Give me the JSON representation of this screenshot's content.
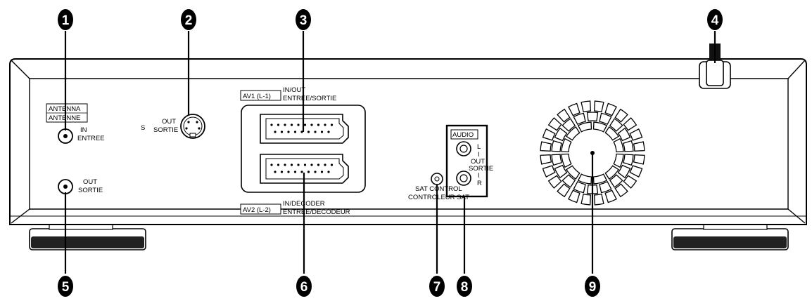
{
  "callouts": [
    "1",
    "2",
    "3",
    "4",
    "5",
    "6",
    "7",
    "8",
    "9"
  ],
  "labels": {
    "antenna_line1": "ANTENNA",
    "antenna_line2": "ANTENNE",
    "antenna_in_1": "IN",
    "antenna_in_2": "ENTREE",
    "antenna_out_1": "OUT",
    "antenna_out_2": "SORTIE",
    "s_label": "S",
    "s_out_1": "OUT",
    "s_out_2": "SORTIE",
    "av1_box": "AV1 (L-1)",
    "av1_1": "IN/OUT",
    "av1_2": "ENTREE/SORTIE",
    "av2_box": "AV2 (L-2)",
    "av2_1": "IN/DECODER",
    "av2_2": "ENTREE/DECODEUR",
    "sat_1": "SAT CONTROL",
    "sat_2": "CONTROLEUR SAT",
    "audio_box": "AUDIO",
    "audio_l": "L",
    "audio_i1": "I",
    "audio_out": "OUT",
    "audio_sortie": "SORTIE",
    "audio_i2": "I",
    "audio_r": "R"
  }
}
